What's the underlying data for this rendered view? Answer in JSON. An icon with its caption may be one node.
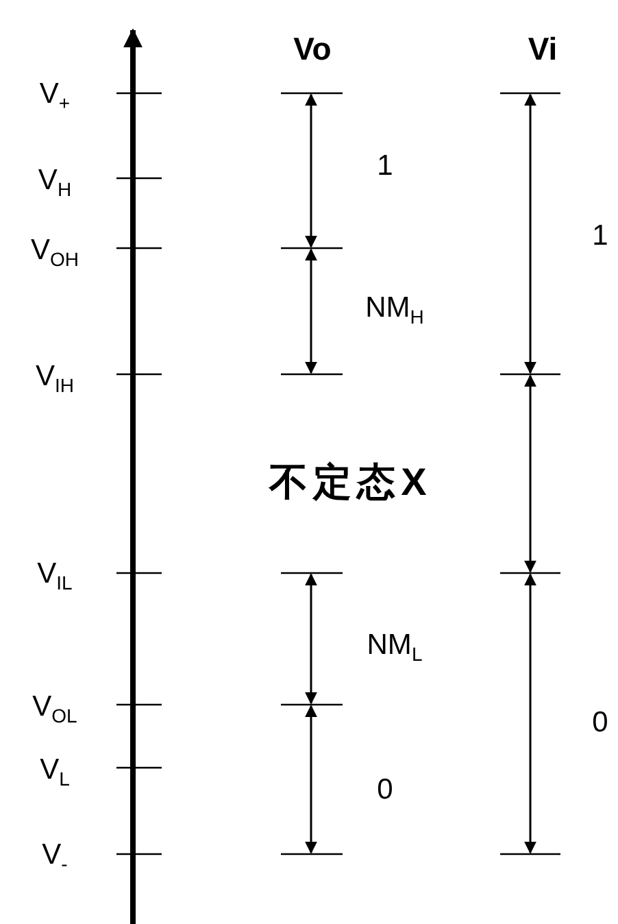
{
  "diagram": {
    "labels": [
      "Vo",
      "Vi",
      "V$_{+}$",
      "1",
      "V$_{H}$",
      "1",
      "V$_{OH}$",
      "NM$_{H}$",
      "V$_{IH}$",
      "不定态X",
      "V$_{IL}$",
      "NM$_{L}$",
      "V$_{OL}$",
      "0",
      "V$_{L}$",
      "0",
      "V$_{-}$"
    ]
  }
}
